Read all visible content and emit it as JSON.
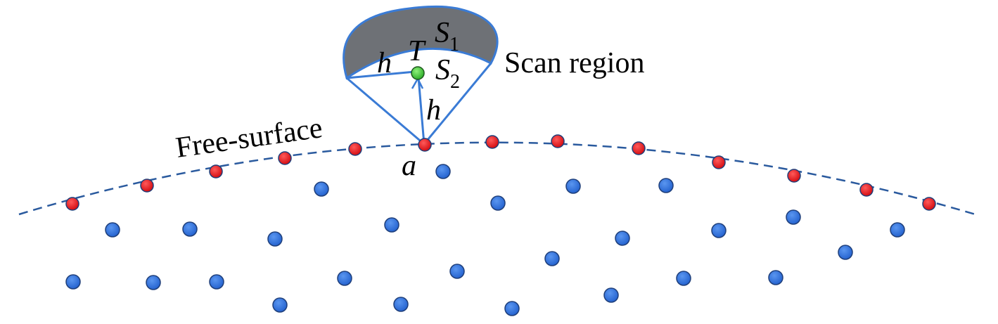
{
  "labels": {
    "free_surface": "Free-surface",
    "scan_region": "Scan region",
    "point_T": "T",
    "point_a": "a",
    "radius_left": "h",
    "radius_right": "h",
    "s1_base": "S",
    "s1_sub": "1",
    "s2_base": "S",
    "s2_sub": "2"
  },
  "colors": {
    "surface_particle": "#e8141a",
    "interior_particle": "#2f74de",
    "target_particle": "#3ec63a",
    "scan_lines": "#3a7bd5",
    "shaded_region": "#6e7176",
    "free_surface_line": "#2a5a9e"
  }
}
